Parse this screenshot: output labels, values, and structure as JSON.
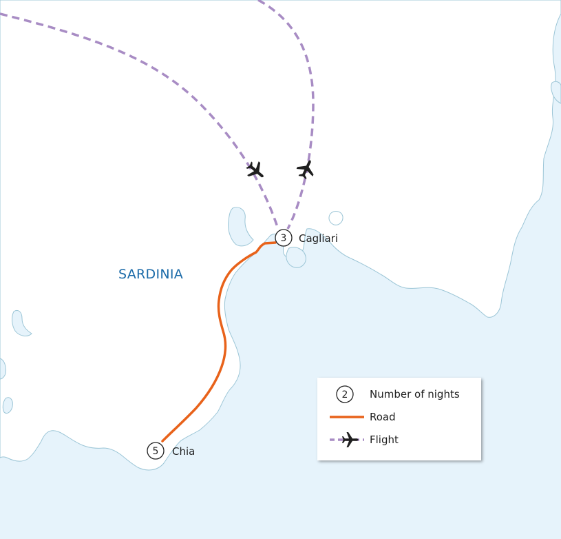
{
  "map": {
    "region_label": "SARDINIA",
    "places": [
      {
        "name": "Cagliari",
        "nights": "3"
      },
      {
        "name": "Chia",
        "nights": "5"
      }
    ]
  },
  "legend": {
    "nights_sample": "2",
    "nights_label": "Number of nights",
    "road_label": "Road",
    "flight_label": "Flight"
  },
  "colors": {
    "sea": "#e6f3fb",
    "land": "#ffffff",
    "coastline": "#9bc5d6",
    "road": "#e8621a",
    "flight": "#a88cc4",
    "region_label": "#1a6aa8"
  },
  "icons": [
    "airplane-icon",
    "number-badge-icon"
  ]
}
